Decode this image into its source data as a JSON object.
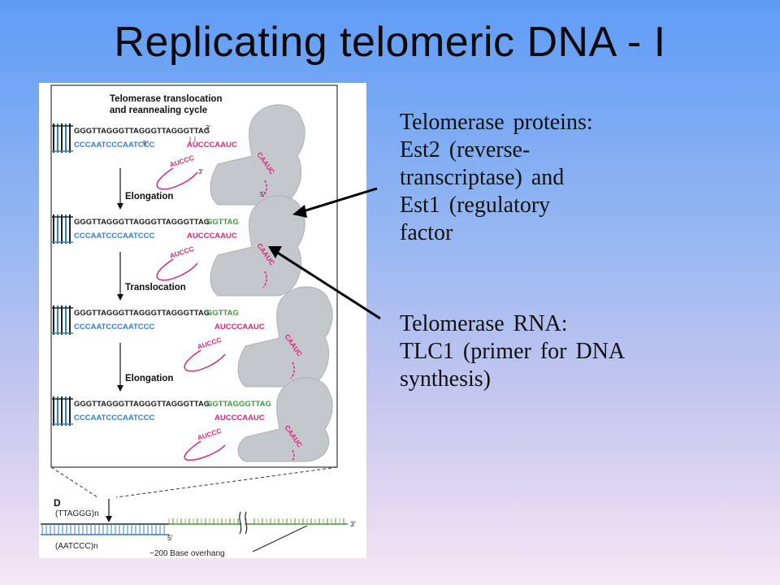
{
  "slide": {
    "title": "Replicating telomeric DNA - I"
  },
  "figure": {
    "heading_line1": "Telomerase translocation",
    "heading_line2": "and reannealing cycle",
    "steps": [
      {
        "top": "GGGTTAGGGTTAGGGTTAGGGTTAG",
        "ext": "",
        "bottom": "CCCAATCCCAATCCC",
        "rna": "AUCCCAAUC",
        "end3": "3'",
        "end5": "5'",
        "loop3": "3'",
        "loop5": "5'"
      },
      {
        "top": "GGGTTAGGGTTAGGGTTAGGGTTAG",
        "ext": "GGTTAG",
        "bottom": "CCCAATCCCAATCCC",
        "rna": "AUCCCAAUC"
      },
      {
        "top": "GGGTTAGGGTTAGGGTTAGGGTTAG",
        "ext": "GGTTAG",
        "bottom": "CCCAATCCCAATCCC",
        "rna": "AUCCCAAUC"
      },
      {
        "top": "GGGTTAGGGTTAGGGTTAGGGTTAG",
        "ext": "GGTTAGGGTTAG",
        "bottom": "CCCAATCCCAATCCC",
        "rna": "AUCCCAAUC"
      }
    ],
    "arrow_labels": [
      "Elongation",
      "Translocation",
      "Elongation"
    ],
    "rna_loop_upper": "AUCCC",
    "rna_loop_lower": "CAAUC",
    "panel_d": {
      "label": "D",
      "top_repeat": "(TTAGGG)n",
      "bottom_repeat": "(AATCCC)n",
      "end3": "3'",
      "end5": "5'",
      "overhang": "~200 Base overhang"
    },
    "colors": {
      "top_strand": "#1a1a1a",
      "bottom_strand": "#2f7fd0",
      "rna": "#d6287a",
      "extension": "#3a9a3a",
      "protein": "#c4c7cc"
    }
  },
  "annotations": {
    "proteins": {
      "lines": [
        "Telomerase proteins:",
        "Est2 (reverse-",
        "transcriptase) and",
        "Est1 (regulatory",
        "factor"
      ]
    },
    "rna": {
      "lines": [
        "Telomerase RNA:",
        "TLC1 (primer for DNA",
        "synthesis)"
      ]
    }
  }
}
